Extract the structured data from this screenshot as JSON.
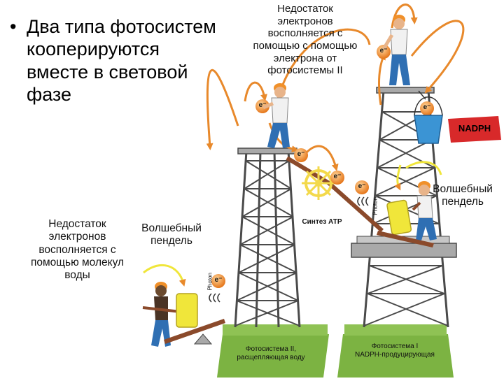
{
  "title_lines": [
    "Два типа фотосистем",
    "кооперируются",
    "вместе в световой",
    "фазе"
  ],
  "bullet": "•",
  "notes": {
    "top_center": [
      "Недостаток",
      "электронов",
      "восполняется с",
      "помощью с помощью",
      "электрона от",
      "фотосистемы II"
    ],
    "left": [
      "Недостаток",
      "электронов",
      "восполняется с",
      "помощью молекул",
      "воды"
    ],
    "kick_left": [
      "Волшебный",
      "пендель"
    ],
    "kick_right": [
      "Волшебный",
      "пендель"
    ]
  },
  "labels": {
    "atp": "Синтез АТР",
    "nadph": "NADPH",
    "electron": "e⁻",
    "photon": "Photon"
  },
  "stations": {
    "ps2": [
      "Фотосистема II,",
      "расщепляющая воду"
    ],
    "ps1": [
      "Фотосистема I",
      "NADPH-продуцирующая"
    ]
  },
  "colors": {
    "tower": "#4a4a4a",
    "tower_fill": "#a9a9a9",
    "base_green": "#7cb342",
    "arrow_orange": "#e8892b",
    "electron_orange": "#f08c21",
    "nadph_red": "#d8292a",
    "mallet_yellow": "#f0e63a",
    "bucket_blue": "#3b94d4",
    "shirt": "#f1f1f1",
    "jeans": "#2f6fb3",
    "hardhat": "#f0902a",
    "wheel": "#f3d94b",
    "plank": "#8b4a2b"
  },
  "icons": [
    "person-icon",
    "electron-icon",
    "mallet-icon",
    "bucket-icon",
    "gear-wheel-icon",
    "photon-icon"
  ]
}
